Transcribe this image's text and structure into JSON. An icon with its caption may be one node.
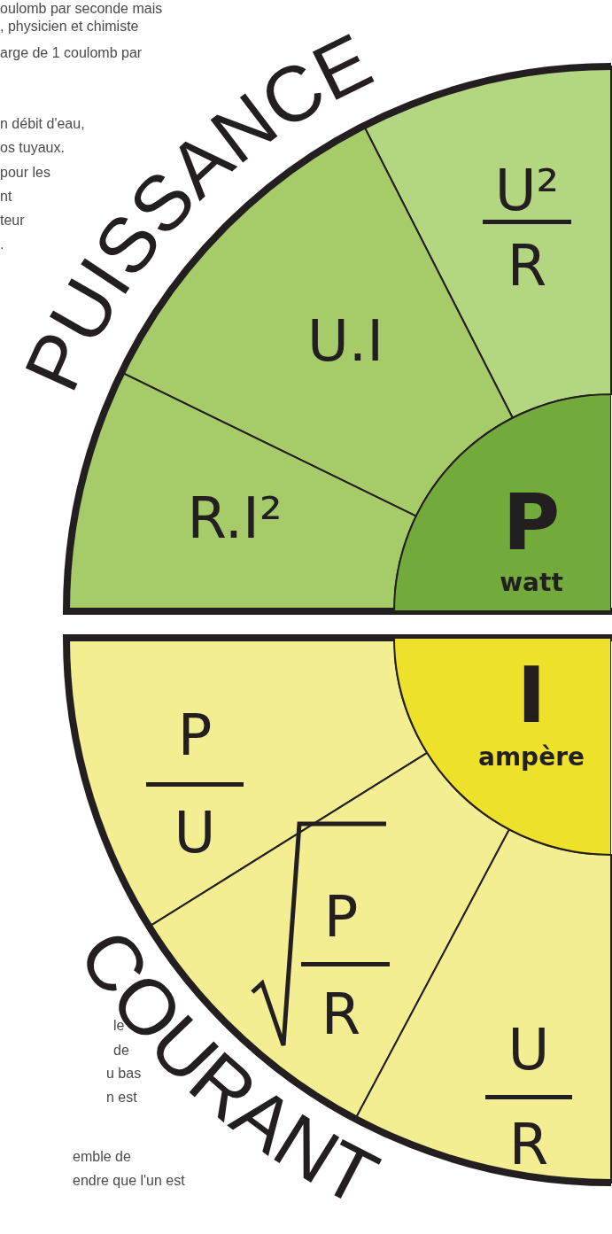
{
  "diagram": {
    "nodes": [
      {
        "text": [
          "U²",
          "R"
        ]
      },
      {
        "text": [
          "U.I"
        ]
      },
      {
        "text": [
          "R.I²"
        ]
      },
      {
        "text": [
          "P",
          "watt"
        ]
      },
      {
        "text": [
          "I",
          "ampère"
        ]
      },
      {
        "text": [
          "P",
          "U"
        ]
      },
      {
        "text": [
          "P",
          "R"
        ]
      },
      {
        "text": [
          "U",
          "R"
        ]
      }
    ],
    "edges": [],
    "labels": [
      "oulomb par seconde mais",
      ", physicien et chimiste",
      "arge de 1 coulomb par",
      "PUISSANCE",
      "n débit d'eau,",
      "os tuyaux.",
      "pour les",
      "nt",
      "teur",
      ".",
      "COURANT",
      "le",
      "de",
      "u bas",
      "n est",
      "emble de",
      "endre que l'un est"
    ]
  }
}
